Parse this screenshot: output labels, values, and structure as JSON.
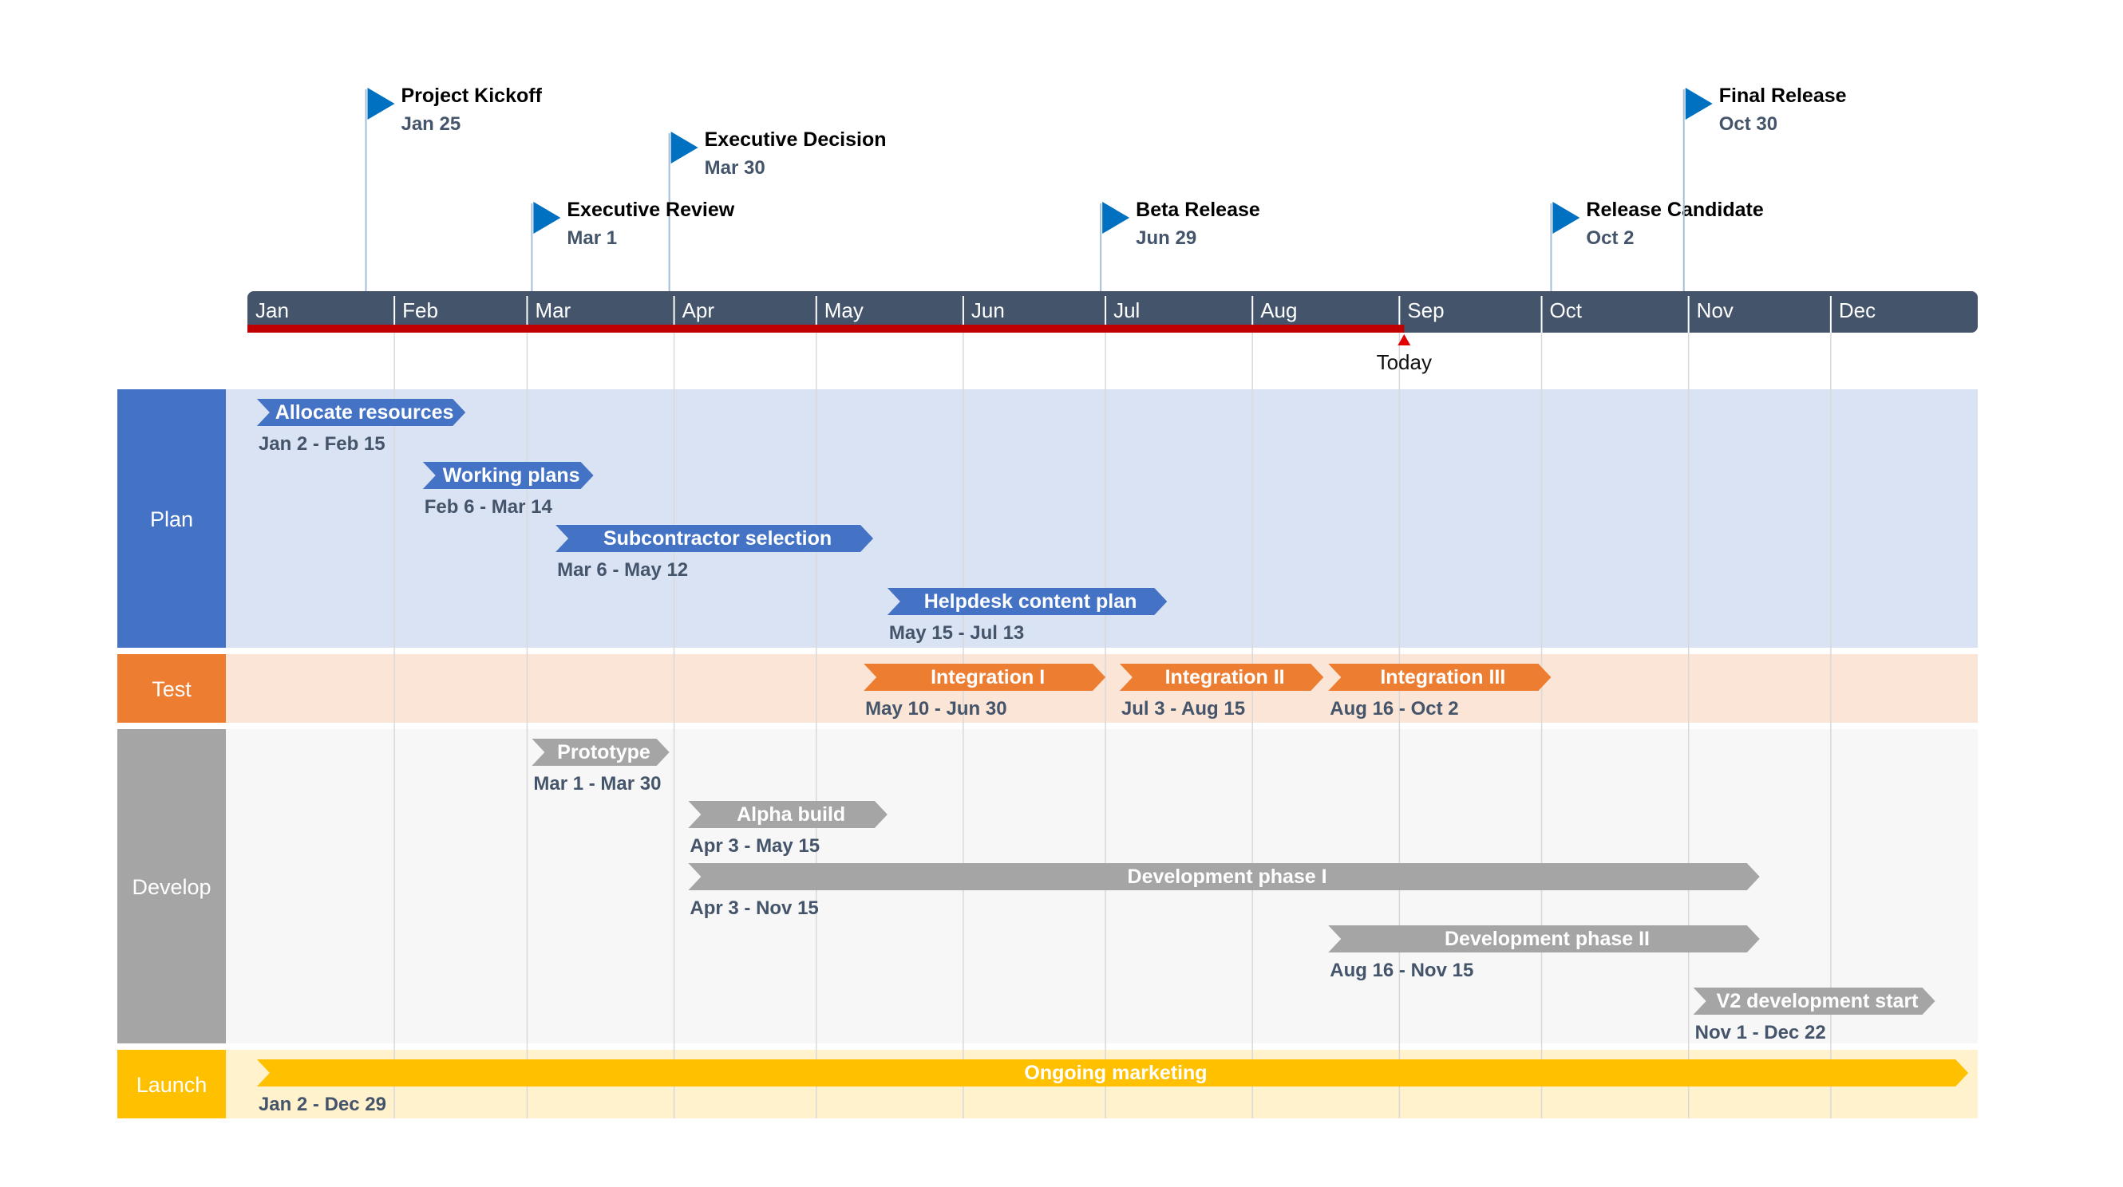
{
  "chart_data": {
    "type": "gantt",
    "year_start": "Jan 1",
    "months": [
      "Jan",
      "Feb",
      "Mar",
      "Apr",
      "May",
      "Jun",
      "Jul",
      "Aug",
      "Sep",
      "Oct",
      "Nov",
      "Dec"
    ],
    "today": {
      "label": "Today",
      "date_day": 244
    },
    "milestones": [
      {
        "title": "Project Kickoff",
        "date": "Jan 25",
        "day": 25,
        "tier": 0
      },
      {
        "title": "Executive Decision",
        "date": "Mar 30",
        "day": 89,
        "tier": 1
      },
      {
        "title": "Executive Review",
        "date": "Mar 1",
        "day": 60,
        "tier": 2
      },
      {
        "title": "Beta Release",
        "date": "Jun 29",
        "day": 180,
        "tier": 2
      },
      {
        "title": "Release Candidate",
        "date": "Oct 2",
        "day": 275,
        "tier": 2
      },
      {
        "title": "Final Release",
        "date": "Oct 30",
        "day": 303,
        "tier": 0
      }
    ],
    "swimlanes": [
      {
        "name": "Plan",
        "color": "#4472C4",
        "band": "#DAE3F3",
        "tasks": [
          {
            "name": "Allocate resources",
            "dates": "Jan 2 - Feb 15",
            "start": 2,
            "end": 46,
            "row": 0
          },
          {
            "name": "Working plans",
            "dates": "Feb 6 - Mar 14",
            "start": 37,
            "end": 73,
            "row": 1
          },
          {
            "name": "Subcontractor selection",
            "dates": "Mar 6 - May 12",
            "start": 65,
            "end": 132,
            "row": 2
          },
          {
            "name": "Helpdesk content plan",
            "dates": "May 15 - Jul 13",
            "start": 135,
            "end": 194,
            "row": 3
          }
        ]
      },
      {
        "name": "Test",
        "color": "#ED7D31",
        "band": "#FBE5D6",
        "tasks": [
          {
            "name": "Integration I",
            "dates": "May 10 - Jun 30",
            "start": 130,
            "end": 181,
            "row": 0
          },
          {
            "name": "Integration II",
            "dates": "Jul 3 - Aug 15",
            "start": 184,
            "end": 227,
            "row": 0
          },
          {
            "name": "Integration III",
            "dates": "Aug 16 - Oct 2",
            "start": 228,
            "end": 275,
            "row": 0
          }
        ]
      },
      {
        "name": "Develop",
        "color": "#A5A5A5",
        "band": "#F7F7F7",
        "tasks": [
          {
            "name": "Prototype",
            "dates": "Mar 1 - Mar 30",
            "start": 60,
            "end": 89,
            "row": 0
          },
          {
            "name": "Alpha build",
            "dates": "Apr 3 - May 15",
            "start": 93,
            "end": 135,
            "row": 1
          },
          {
            "name": "Development phase I",
            "dates": "Apr 3 - Nov 15",
            "start": 93,
            "end": 319,
            "row": 2
          },
          {
            "name": "Development phase II",
            "dates": "Aug 16 - Nov 15",
            "start": 228,
            "end": 319,
            "row": 3
          },
          {
            "name": "V2 development start",
            "dates": "Nov 1 - Dec 22",
            "start": 305,
            "end": 356,
            "row": 4
          }
        ]
      },
      {
        "name": "Launch",
        "color": "#FFC000",
        "band": "#FFF2CC",
        "tasks": [
          {
            "name": "Ongoing marketing",
            "dates": "Jan 2 - Dec 29",
            "start": 2,
            "end": 363,
            "row": 0
          }
        ]
      }
    ],
    "colors": {
      "axis_bar": "#44546A",
      "today_line": "#C00000",
      "milestone_flag": "#0070C0",
      "date_text": "#44546A"
    }
  }
}
